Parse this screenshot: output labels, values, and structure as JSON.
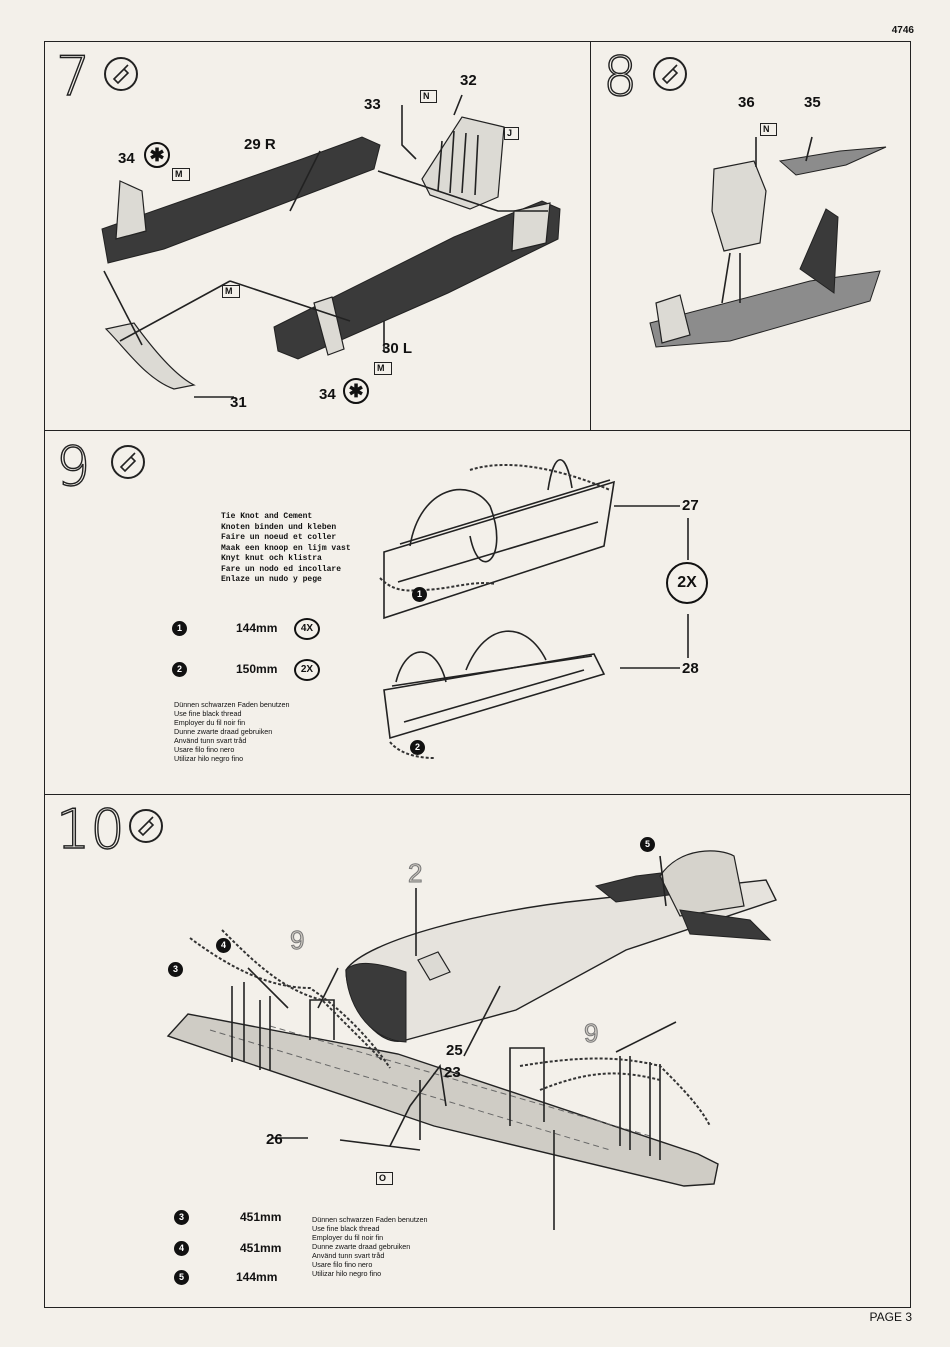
{
  "page": {
    "code": "4746",
    "footer": "PAGE 3"
  },
  "steps": {
    "s7": {
      "number": "7",
      "parts": {
        "p32": "32",
        "p33": "33",
        "p34a": "34",
        "p29r": "29 R",
        "p30l": "30 L",
        "p31": "31",
        "p34b": "34"
      },
      "letters": {
        "n": "N",
        "j": "J",
        "m1": "M",
        "m2": "M",
        "m3": "M"
      }
    },
    "s8": {
      "number": "8",
      "parts": {
        "p36": "36",
        "p35": "35"
      },
      "letters": {
        "n": "N"
      }
    },
    "s9": {
      "number": "9",
      "parts": {
        "p27": "27",
        "p28": "28"
      },
      "multiplier": "2X",
      "knot_lines": [
        "Tie Knot and Cement",
        "Knoten binden und kleben",
        "Faire un noeud et coller",
        "Maak een knoop en lijm vast",
        "Knyt knut och klistra",
        "Fare un nodo ed incollare",
        "Enlaze un nudo y pege"
      ],
      "threads": [
        {
          "bullet": "1",
          "length": "144mm",
          "mult": "4X"
        },
        {
          "bullet": "2",
          "length": "150mm",
          "mult": "2X"
        }
      ],
      "thread_lines": [
        "Dünnen schwarzen Faden benutzen",
        "Use fine black thread",
        "Employer du fil noir fin",
        "Dunne zwarte draad gebruiken",
        "Använd tunn svart tråd",
        "Usare filo fino nero",
        "Utilizar hilo negro fino"
      ],
      "diagram_bullets": {
        "b1": "1",
        "b2": "2"
      }
    },
    "s10": {
      "number": "10",
      "parts": {
        "p2": "2",
        "p9a": "9",
        "p9b": "9",
        "p25": "25",
        "p23": "23",
        "p26": "26"
      },
      "letters": {
        "o": "O"
      },
      "diagram_bullets": {
        "b3": "3",
        "b4": "4",
        "b5": "5"
      },
      "threads": [
        {
          "bullet": "3",
          "length": "451mm"
        },
        {
          "bullet": "4",
          "length": "451mm"
        },
        {
          "bullet": "5",
          "length": "144mm"
        }
      ],
      "thread_lines": [
        "Dünnen schwarzen Faden benutzen",
        "Use fine black thread",
        "Employer du fil noir fin",
        "Dunne zwarte draad gebruiken",
        "Använd tunn svart tråd",
        "Usare filo fino nero",
        "Utilizar hilo negro fino"
      ]
    }
  }
}
